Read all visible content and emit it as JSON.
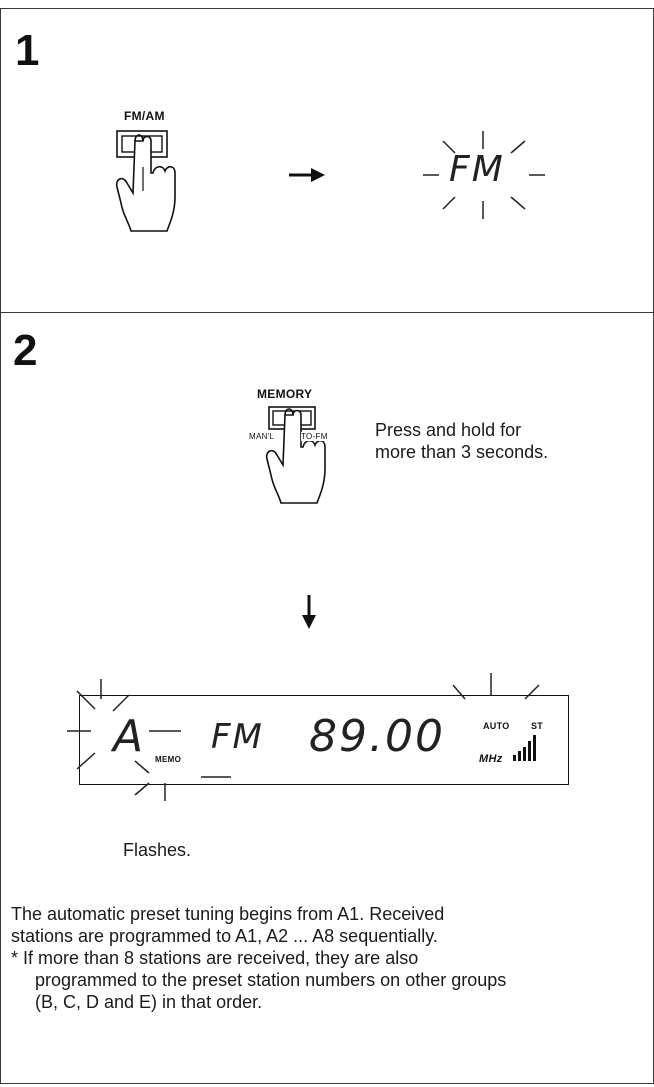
{
  "step1": {
    "number": "1",
    "button_label": "FM/AM",
    "display_text": "FM"
  },
  "step2": {
    "number": "2",
    "button_label": "MEMORY",
    "sub_label_left": "MAN'L",
    "sub_label_right": "TO-FM",
    "instruction_line1": "Press and hold for",
    "instruction_line2": "more than 3 seconds.",
    "display": {
      "group": "A",
      "band": "FM",
      "frequency": "89.00",
      "memo": "MEMO",
      "auto": "AUTO",
      "st": "ST",
      "unit": "MHz"
    },
    "flashes_label": "Flashes."
  },
  "notes": {
    "line1": "The automatic preset tuning begins from A1.  Received",
    "line2": "stations are programmed to A1, A2 ... A8 sequentially.",
    "line3": "* If more than 8 stations are received, they are also",
    "line4": "programmed to the preset station numbers on other groups",
    "line5": "(B, C, D and E) in that order."
  }
}
